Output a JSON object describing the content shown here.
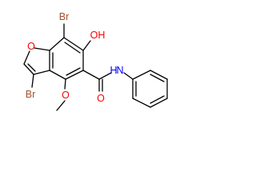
{
  "molecule": {
    "atoms": {
      "br_top": "Br",
      "oh": "OH",
      "o_furan": "O",
      "br_bottom": "Br",
      "o_methoxy": "O",
      "o_carbonyl": "O",
      "nh": "N",
      "nh_h": "H"
    }
  },
  "colors": {
    "bond": "#000000",
    "bromine": "#a0522d",
    "oxygen": "#ff0000",
    "nitrogen": "#0000ff",
    "carbon": "#000000"
  }
}
